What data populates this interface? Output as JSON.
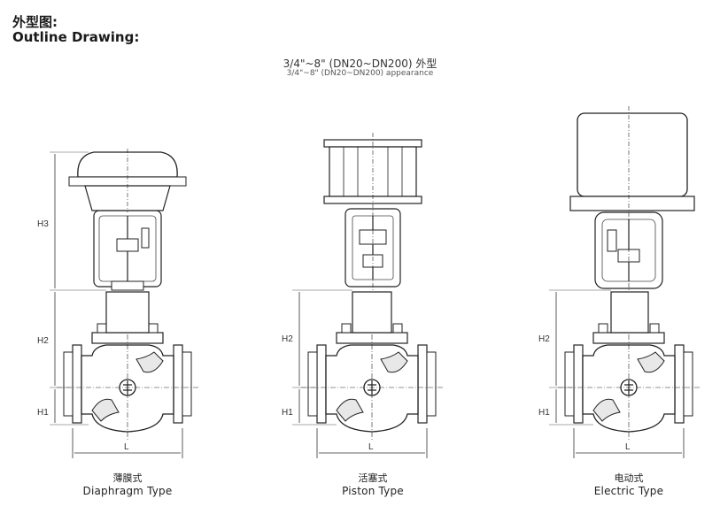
{
  "header": {
    "title_cn": "外型图:",
    "title_en": "Outline Drawing:"
  },
  "subtitle": {
    "cn": "3/4\"~8\" (DN20~DN200) 外型",
    "en": "3/4\"~8\" (DN20~DN200) appearance"
  },
  "dimensions": {
    "h3": "H3",
    "h2": "H2",
    "h1": "H1",
    "l": "L"
  },
  "variants": [
    {
      "cn": "薄膜式",
      "en": "Diaphragm Type"
    },
    {
      "cn": "活塞式",
      "en": "Piston Type"
    },
    {
      "cn": "电动式",
      "en": "Electric Type"
    }
  ]
}
